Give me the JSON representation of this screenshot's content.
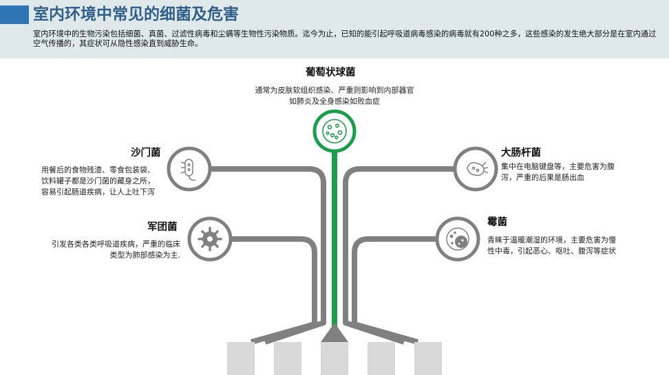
{
  "header": {
    "title": "室内环境中常见的细菌及危害",
    "intro": "室内环境中的生物污染包括细菌、真菌、过滤性病毒和尘螨等生物性污染物质。迄今为止，已知的能引起呼吸道病毒感染的病毒就有200种之多，这些感染的发生绝大部分是在室内通过空气传播的，其症状可从隐性感染直到威胁生命。"
  },
  "colors": {
    "accent": "#2e75b6",
    "title": "#2f5f8a",
    "header_bg": "#dfe9e9",
    "trunk": "#1a9e4a",
    "branch": "#808080",
    "base_block": "#d9d9d9"
  },
  "bacteria": [
    {
      "name": "葡萄状球菌",
      "desc": [
        "通常为皮肤软组织感染、严重则影响到内部器官",
        "如肺炎及全身感染如败血症"
      ],
      "icon": "cocci-icon"
    },
    {
      "name": "沙门菌",
      "desc": [
        "用餐后的食物残渣、零食包装袋、",
        "饮料罐子都是沙门菌的藏身之所，",
        "容易引起肠道疾病，让人上吐下泻"
      ],
      "icon": "salmonella-icon"
    },
    {
      "name": "大肠杆菌",
      "desc": [
        "集中在电脑键盘等，主要危害为腹",
        "泻，严重的后果是肠出血"
      ],
      "icon": "ecoli-icon"
    },
    {
      "name": "军团菌",
      "desc": [
        "引发各类各类呼吸道疾病，严重的临床",
        "类型为肺部感染为主."
      ],
      "icon": "legionella-icon"
    },
    {
      "name": "霉菌",
      "desc": [
        "青睐于温暖潮湿的环境，主要危害为慢",
        "性中毒，引起恶心、呕吐、腹泻等症状"
      ],
      "icon": "mold-icon"
    }
  ]
}
